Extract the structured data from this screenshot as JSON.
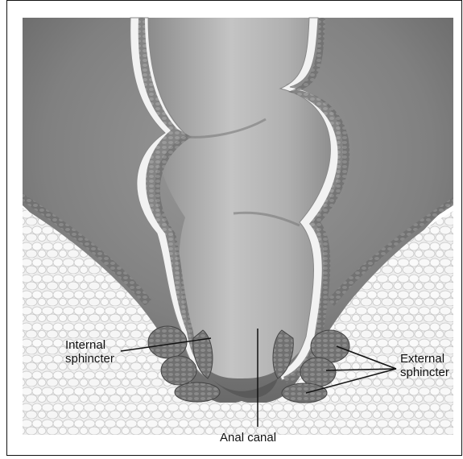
{
  "figure": {
    "labels": {
      "internal_sphincter": [
        "Internal",
        "sphincter"
      ],
      "external_sphincter": [
        "External",
        "sphincter"
      ],
      "anal_canal": "Anal canal"
    },
    "colors": {
      "background": "#ffffff",
      "pelvic_cavity": "#7d7d7d",
      "rectum_lumen": "#a9a9a9",
      "rectal_wall_outer": "#f4f4f4",
      "rectal_wall_muscle": "#6d6d6d",
      "fat_tissue": "#e9e9e9",
      "sphincter_muscle": "#6a6a6a",
      "leader_lines": "#111111"
    }
  }
}
